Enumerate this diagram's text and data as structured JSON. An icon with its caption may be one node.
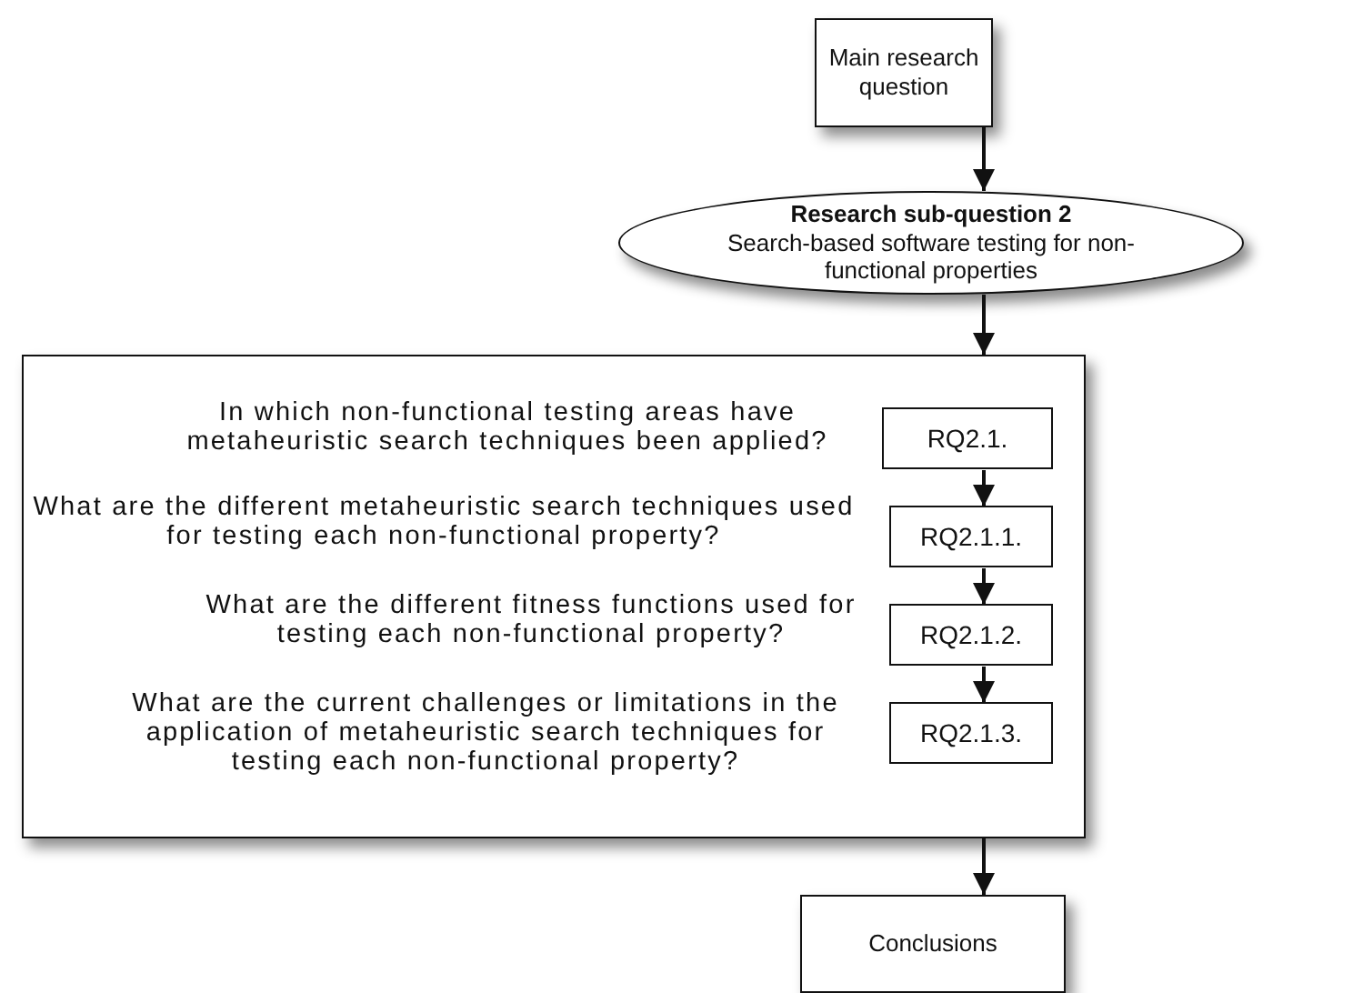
{
  "diagram": {
    "nodes": [
      {
        "text": [
          "Main research question"
        ]
      },
      {
        "text": [
          "Research sub-question 2",
          "Search-based software testing for non-functional properties"
        ]
      },
      {
        "text": [],
        "shape": "box"
      },
      {
        "text": [
          "RQ2.1."
        ],
        "in": 2,
        "beside": [
          "In which non-functional testing areas have metaheuristic search techniques been applied?"
        ]
      },
      {
        "text": [
          "RQ2.1.1."
        ],
        "in": 2,
        "beside": [
          "What are the different metaheuristic search techniques used for testing each non-functional property?"
        ]
      },
      {
        "text": [
          "RQ2.1.2."
        ],
        "in": 2,
        "beside": [
          "What are the different fitness functions used for testing each non-functional property?"
        ]
      },
      {
        "text": [
          "RQ2.1.3."
        ],
        "in": 2,
        "beside": [
          "What are the current challenges or limitations in the application of metaheuristic search techniques for testing each non-functional property?"
        ]
      },
      {
        "text": [
          "Conclusions"
        ]
      }
    ],
    "edges": [
      {
        "from": 0,
        "to": 1,
        "arrow": "to"
      },
      {
        "from": 1,
        "to": 2,
        "arrow": "to"
      },
      {
        "from": 3,
        "to": 4,
        "arrow": "to"
      },
      {
        "from": 4,
        "to": 5,
        "arrow": "to"
      },
      {
        "from": 5,
        "to": 6,
        "arrow": "to"
      },
      {
        "from": 2,
        "to": 7,
        "arrow": "to"
      }
    ]
  }
}
